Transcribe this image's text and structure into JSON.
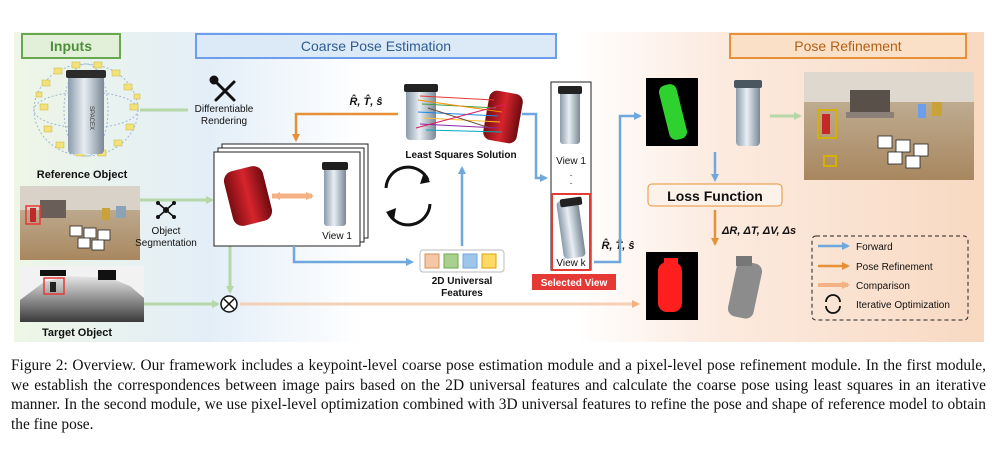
{
  "figure": {
    "sections": {
      "inputs": "Inputs",
      "coarse": "Coarse Pose Estimation",
      "refine": "Pose Refinement"
    },
    "labels": {
      "reference_object": "Reference Object",
      "target_object": "Target Object",
      "differentiable": "Differentiable",
      "rendering": "Rendering",
      "object": "Object",
      "segmentation": "Segmentation",
      "view1_center": "View 1",
      "least_squares": "Least Squares Solution",
      "view1_right": "View 1",
      "view_k": "View k",
      "selected_view": "Selected View",
      "universal_2d_line1": "2D Universal",
      "universal_2d_line2": "Features",
      "rts_top": "R̂, T̂, ŝ",
      "rts_bottom": "R̂, T̂, ŝ",
      "loss_function": "Loss Function",
      "delta": "ΔR, ΔT, ΔV, Δs",
      "packaging_text": "SPACEX"
    },
    "legend": {
      "forward": "Forward",
      "pose_refinement": "Pose Refinement",
      "comparison": "Comparison",
      "iterative": "Iterative Optimization"
    },
    "colors": {
      "inputs_box": "#6aa84f",
      "coarse_box": "#6d9eeb",
      "refine_box": "#e69138",
      "forward_arrow": "#6fa8dc",
      "refine_arrow": "#e69138",
      "comparison_arrow": "#f4b183",
      "green_arrow": "#b6d7a8",
      "selected_red": "#e53935"
    }
  },
  "caption": {
    "label": "Figure 2:",
    "text": "Overview. Our framework includes a keypoint-level coarse pose estimation module and a pixel-level pose refinement module. In the first module, we establish the correspondences between image pairs based on the 2D universal features and calculate the coarse pose using least squares in an iterative manner. In the second module, we use pixel-level optimization combined with 3D universal features to refine the pose and shape of reference model to obtain the fine pose."
  }
}
